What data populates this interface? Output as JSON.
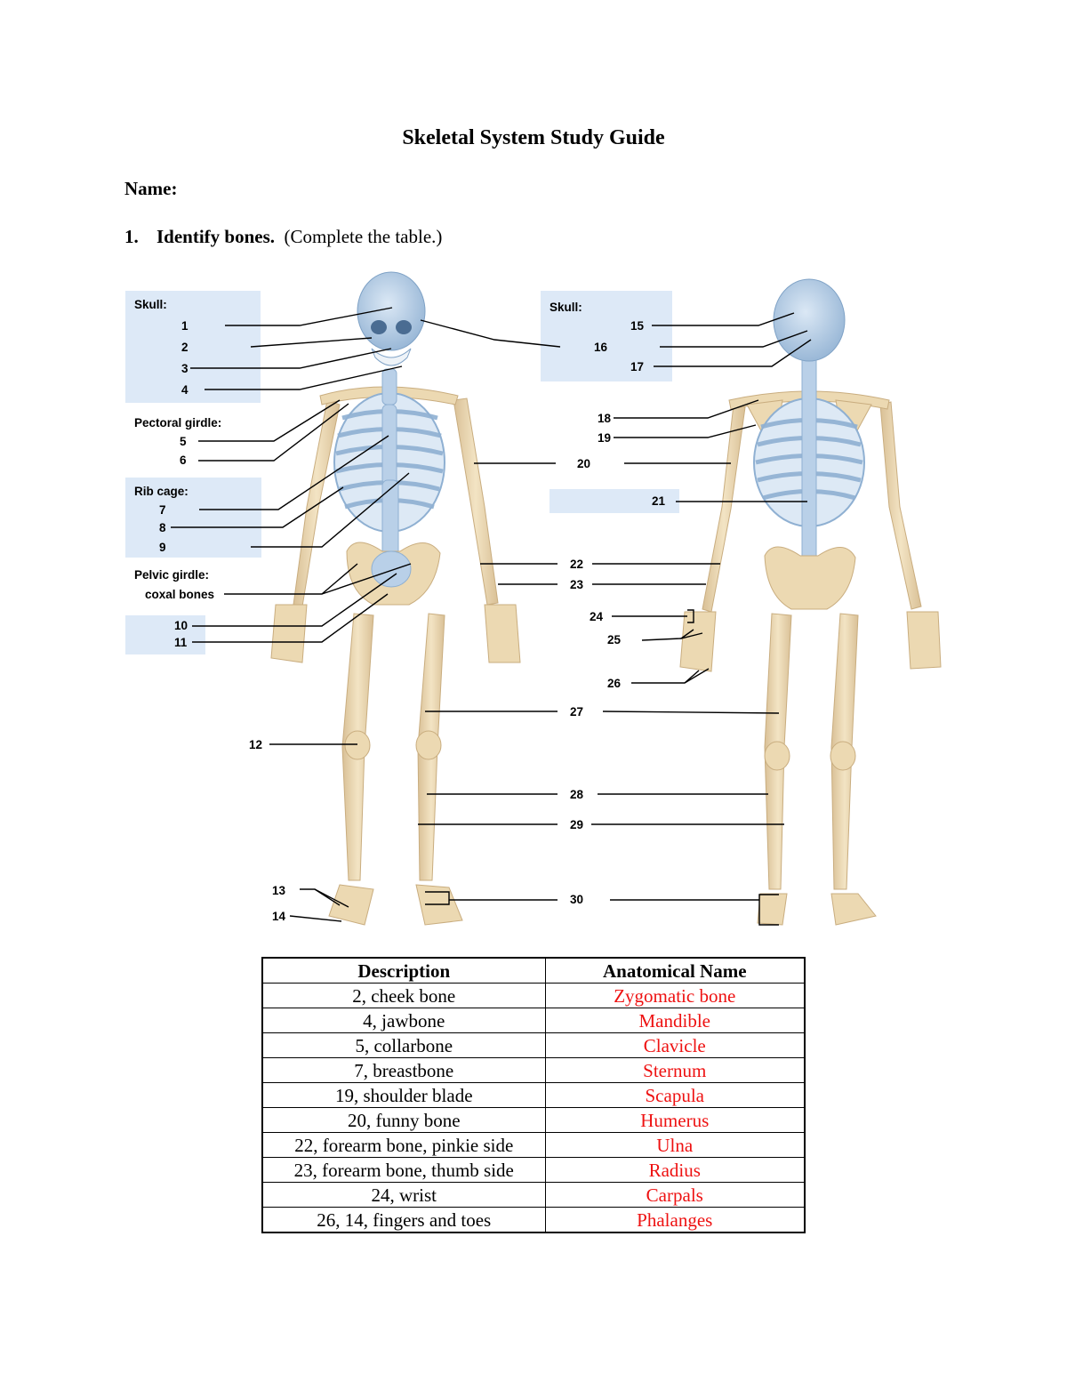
{
  "document": {
    "title": "Skeletal System Study Guide",
    "name_label": "Name:",
    "question": {
      "number": "1.",
      "bold_text": "Identify bones.",
      "text": "(Complete the table.)"
    }
  },
  "diagram": {
    "groups": {
      "skull_front": "Skull:",
      "pectoral": "Pectoral girdle:",
      "rib_cage": "Rib cage:",
      "pelvic": "Pelvic girdle:",
      "coxal": "coxal bones",
      "skull_back": "Skull:"
    },
    "numbers": [
      "1",
      "2",
      "3",
      "4",
      "5",
      "6",
      "7",
      "8",
      "9",
      "10",
      "11",
      "12",
      "13",
      "14",
      "15",
      "16",
      "17",
      "18",
      "19",
      "20",
      "21",
      "22",
      "23",
      "24",
      "25",
      "26",
      "27",
      "28",
      "29",
      "30"
    ],
    "colors": {
      "bone": "#ecd9b2",
      "bone_shade": "#d9c096",
      "blue_bone": "#b9d0e8",
      "label_box": "#dde9f7"
    }
  },
  "table": {
    "headers": [
      "Description",
      "Anatomical Name"
    ],
    "rows": [
      [
        "2, cheek bone",
        "Zygomatic bone"
      ],
      [
        "4, jawbone",
        "Mandible"
      ],
      [
        "5, collarbone",
        "Clavicle"
      ],
      [
        "7, breastbone",
        "Sternum"
      ],
      [
        "19, shoulder blade",
        "Scapula"
      ],
      [
        "20, funny bone",
        "Humerus"
      ],
      [
        "22, forearm bone, pinkie side",
        "Ulna"
      ],
      [
        "23, forearm bone, thumb side",
        "Radius"
      ],
      [
        "24, wrist",
        "Carpals"
      ],
      [
        "26, 14, fingers and toes",
        "Phalanges"
      ]
    ],
    "answer_color": "#ee1111"
  }
}
